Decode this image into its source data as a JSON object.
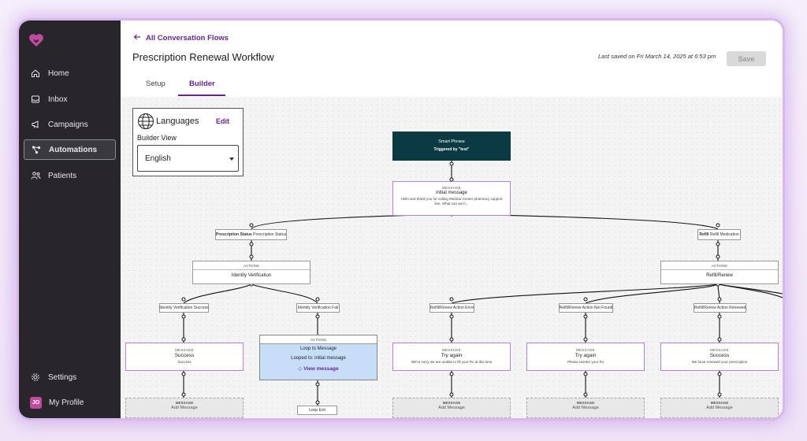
{
  "sidebar": {
    "items": [
      {
        "label": "Home",
        "icon": "home-icon"
      },
      {
        "label": "Inbox",
        "icon": "inbox-icon"
      },
      {
        "label": "Campaigns",
        "icon": "megaphone-icon"
      },
      {
        "label": "Automations",
        "icon": "automation-icon",
        "active": true
      },
      {
        "label": "Patients",
        "icon": "patients-icon"
      }
    ],
    "settings_label": "Settings",
    "profile_label": "My Profile",
    "avatar_initials": "JO"
  },
  "header": {
    "back_label": "All Conversation Flows",
    "title": "Prescription Renewal Workflow",
    "last_saved": "Last saved on Fri March 14, 2025 at 6:53 pm",
    "save_label": "Save",
    "tabs": [
      {
        "label": "Setup"
      },
      {
        "label": "Builder",
        "active": true
      }
    ]
  },
  "languages": {
    "title": "Languages",
    "edit_label": "Edit",
    "builder_view_label": "Builder View",
    "selected": "English"
  },
  "flow": {
    "trigger": {
      "title": "Smart Phrase",
      "subtitle": "Triggered by \"test\""
    },
    "initial_message": {
      "kicker": "MESSAGE",
      "title": "initial message",
      "body": "Hello and thank you for calling Medical Center pharmacy support line. What can we h..."
    },
    "branch_left": {
      "bold": "Prescription Status",
      "text": "Prescription Status"
    },
    "branch_right": {
      "bold": "Refill",
      "text": "Refill Medication"
    },
    "action_left": {
      "kicker": "ACTIONS",
      "title": "Identity Verification"
    },
    "action_right": {
      "kicker": "ACTIONS",
      "title": "Refill/Renew"
    },
    "outcomes": [
      "Identity Verification Success",
      "Identity Verification Fail",
      "Refill/Renew Action Error",
      "Refill/Renew Action Not Found",
      "Refill/Renew Action Renewed"
    ],
    "messages": [
      {
        "kicker": "MESSAGE",
        "title": "Success",
        "body": "Success"
      },
      {
        "kicker": "MESSAGE",
        "title": "Try again",
        "body": "We're sorry we are unable to fill your Rx at this time"
      },
      {
        "kicker": "MESSAGE",
        "title": "Try again",
        "body": "Please reenter your Rx"
      },
      {
        "kicker": "MESSAGE",
        "title": "Success",
        "body": "We have renewed your prescription"
      }
    ],
    "loop": {
      "kicker": "ACTIONS",
      "title": "Loop to Message",
      "looped": "Looped to: initial message",
      "view_label": "View message"
    },
    "loop_exit": "Loop Exit",
    "add_message": {
      "kicker": "MESSAGE",
      "title": "Add Message"
    }
  },
  "colors": {
    "accent": "#6a2393",
    "sidebar": "#28262b",
    "trigger": "#0c3a43",
    "loop_fill": "#c6def7"
  }
}
